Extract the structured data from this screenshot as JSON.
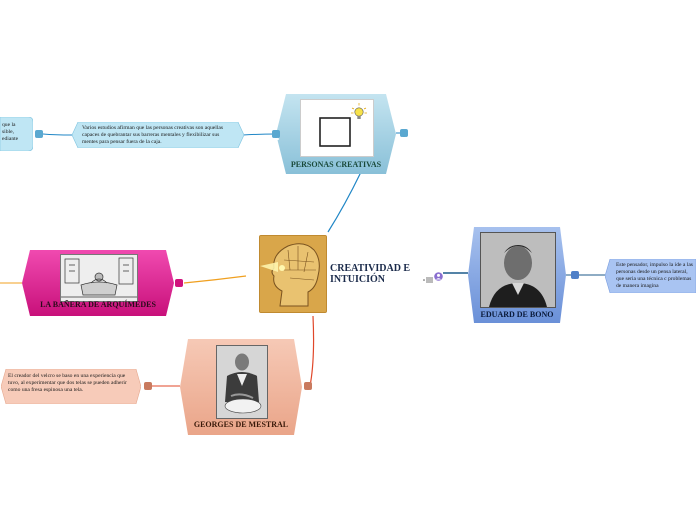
{
  "center": {
    "title": "CREATIVIDAD E INTUICIÓN",
    "icon": "head-profile-icon"
  },
  "nodes": {
    "personas": {
      "label": "PERSONAS CREATIVAS",
      "icon": "lightbulb-idea-icon",
      "color": "#9ecde0",
      "note": "Varios estudios afirman que las personas creativas son aquellas capaces de quebrantar sus barreras mentales y flexibilizar sus mentes para pensar fuera de la caja.",
      "note_color": "#bfe6f4",
      "left_note": "que la\nsible,\nediante",
      "left_note_color": "#bfe6f4"
    },
    "banera": {
      "label": "LA BAÑERA DE ARQUÍMEDES",
      "color": "#e0168c"
    },
    "mestral": {
      "label": "GEORGES DE MESTRAL",
      "color": "#f2b9a2",
      "note": "El creador del velcro se baso en una experiencia que tuvo, al experimentar que dos telas se pueden adherir como una fresa espinosa una tela.",
      "note_color": "#f7cbb9"
    },
    "bono": {
      "label": "EDUARD DE BONO",
      "color": "#7b9fe0",
      "note": "Este pensador, impulso la ide a las personas desde un pensa lateral, que seria una técnica c problemas de manera imagina",
      "note_color": "#a9c4f2"
    }
  },
  "colors": {
    "line_blue": "#1f86c6",
    "line_orange": "#f0a020",
    "line_red": "#e0472a",
    "line_dark": "#1c5a8a"
  }
}
